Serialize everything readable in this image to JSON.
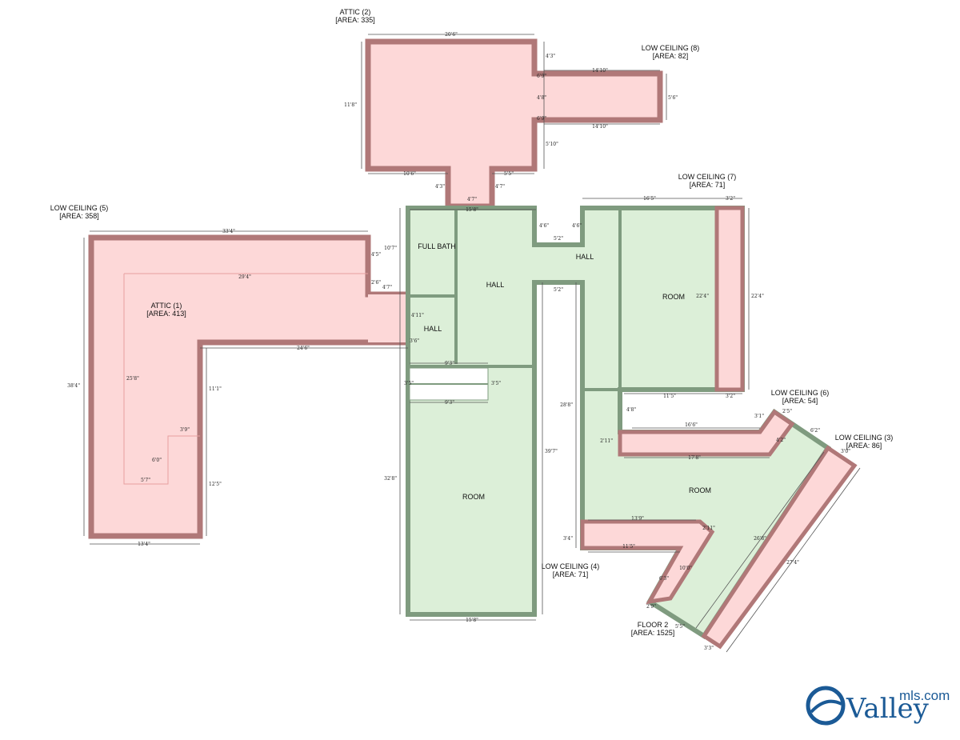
{
  "areas": [
    {
      "name": "ATTIC (1)",
      "area": "[AREA: 413]"
    },
    {
      "name": "ATTIC (2)",
      "area": "[AREA: 335]"
    },
    {
      "name": "LOW CEILING (3)",
      "area": "[AREA: 86]"
    },
    {
      "name": "LOW CEILING (4)",
      "area": "[AREA: 71]"
    },
    {
      "name": "LOW CEILING (5)",
      "area": "[AREA: 358]"
    },
    {
      "name": "LOW CEILING (6)",
      "area": "[AREA: 54]"
    },
    {
      "name": "LOW CEILING (7)",
      "area": "[AREA: 71]"
    },
    {
      "name": "LOW CEILING (8)",
      "area": "[AREA: 82]"
    },
    {
      "name": "FLOOR 2",
      "area": "[AREA: 1525]"
    }
  ],
  "rooms": [
    "FULL BATH",
    "HALL",
    "HALL",
    "HALL",
    "ROOM",
    "ROOM",
    "ROOM"
  ],
  "dimensions": [
    "20'6\"",
    "4'3\"",
    "14'10\"",
    "5'6\"",
    "14'10\"",
    "11'8\"",
    "6'9\"",
    "4'8\"",
    "6'9\"",
    "5'10\"",
    "10'6\"",
    "5'5\"",
    "4'3\"",
    "4'7\"",
    "4'7\"",
    "33'4\"",
    "29'4\"",
    "4'5\"",
    "2'6\"",
    "4'7\"",
    "24'6\"",
    "25'8\"",
    "38'4\"",
    "11'1\"",
    "3'9\"",
    "6'0\"",
    "5'7\"",
    "12'5\"",
    "13'4\"",
    "15'8\"",
    "10'7\"",
    "4'11\"",
    "3'6\"",
    "9'3\"",
    "9'3\"",
    "3'5\"",
    "3'5\"",
    "32'8\"",
    "39'7\"",
    "15'8\"",
    "4'6\"",
    "5'2\"",
    "4'6\"",
    "5'2\"",
    "28'8\"",
    "3'4\"",
    "16'5\"",
    "3'2\"",
    "22'4\"",
    "22'4\"",
    "11'5\"",
    "3'2\"",
    "4'8\"",
    "16'6\"",
    "3'1\"",
    "2'5\"",
    "6'2\"",
    "3'0\"",
    "4'2\"",
    "2'11\"",
    "17'8\"",
    "13'9\"",
    "11'5\"",
    "2'11\"",
    "10'0\"",
    "6'3\"",
    "2'9\"",
    "5'5\"",
    "26'8\"",
    "27'4\"",
    "3'3\""
  ],
  "logo": {
    "brand": "Valley",
    "suffix": "mls.com"
  }
}
